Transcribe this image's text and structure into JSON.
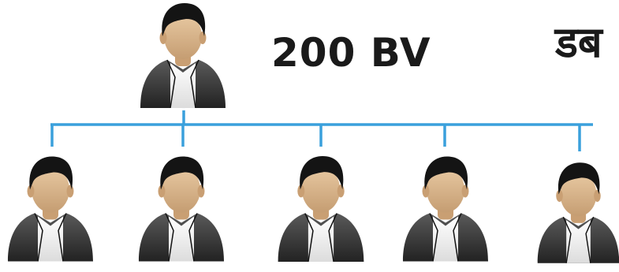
{
  "diagram": {
    "bv_label": "200 BV",
    "side_label": "डब",
    "connector_color": "#3aa0dc",
    "members": [
      {
        "role": "parent"
      },
      {
        "role": "child"
      },
      {
        "role": "child"
      },
      {
        "role": "child"
      },
      {
        "role": "child"
      },
      {
        "role": "child"
      }
    ]
  }
}
